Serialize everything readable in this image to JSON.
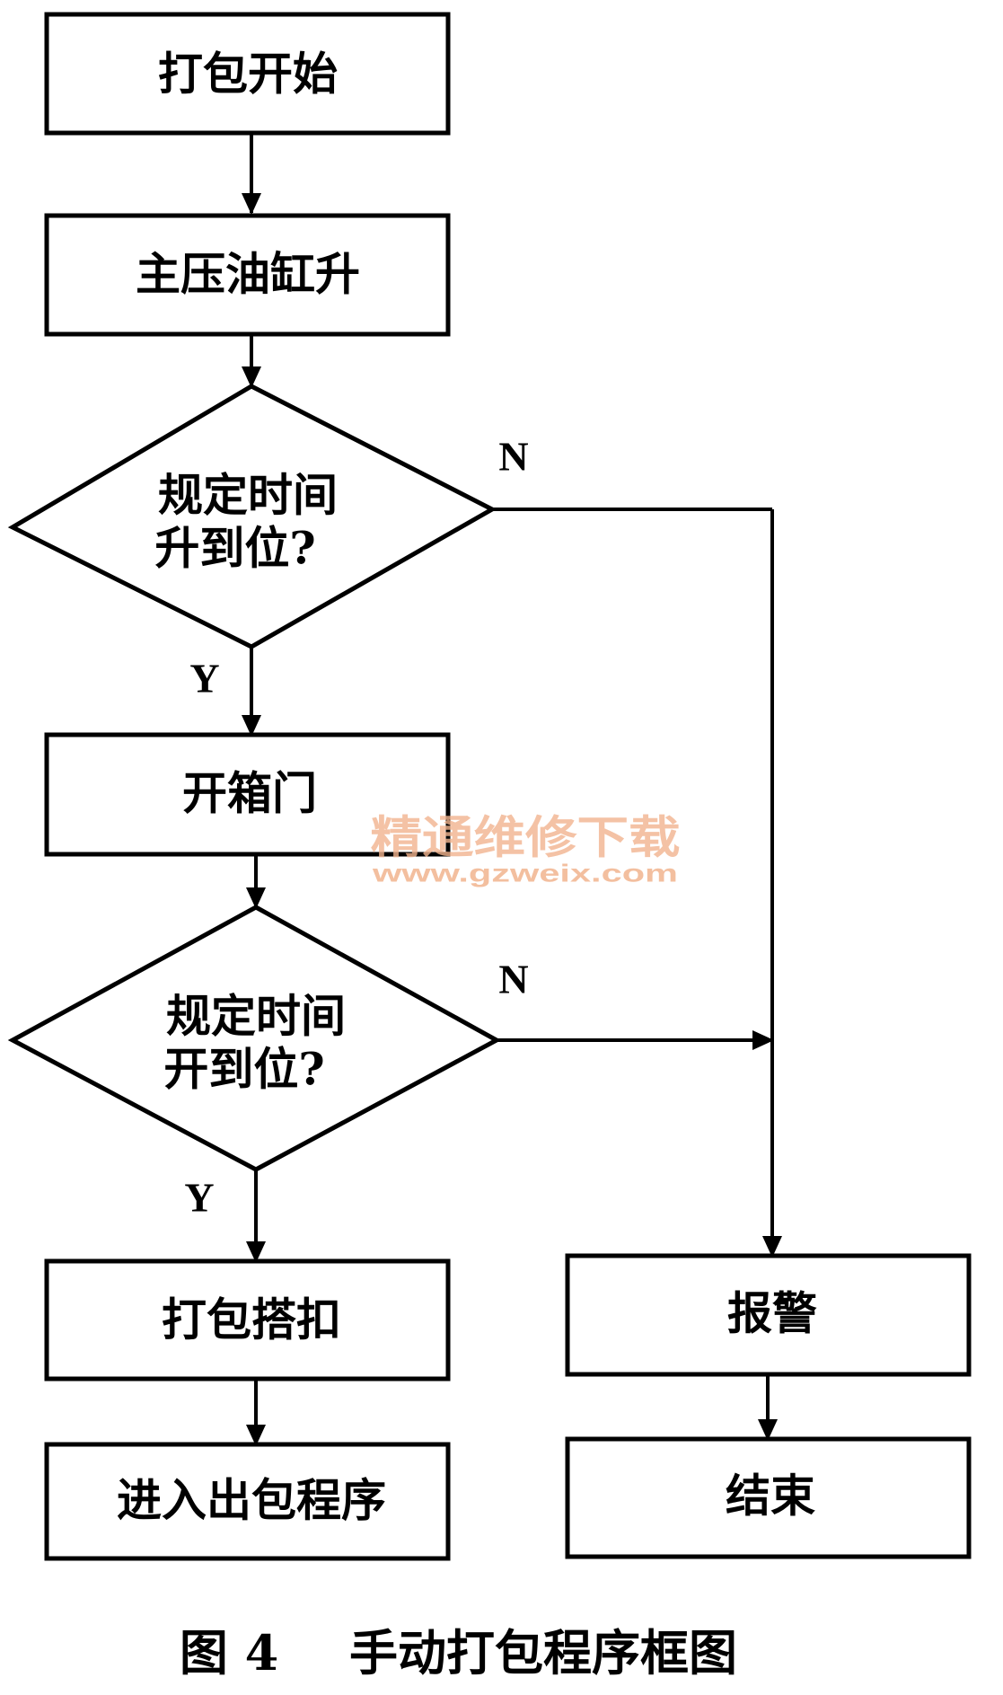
{
  "nodes": {
    "start": "打包开始",
    "cylinder_up": "主压油缸升",
    "decision1_line1": "规定时间",
    "decision1_line2": "升到位?",
    "open_door": "开箱门",
    "decision2_line1": "规定时间",
    "decision2_line2": "开到位?",
    "strap": "打包搭扣",
    "exit_program": "进入出包程序",
    "alarm": "报警",
    "end": "结束"
  },
  "branches": {
    "decision1_no": "N",
    "decision1_yes": "Y",
    "decision2_no": "N",
    "decision2_yes": "Y"
  },
  "watermark": {
    "text": "精通维修下载",
    "url": "www.gzweix.com"
  },
  "caption": {
    "label": "图 4",
    "title": "手动打包程序框图"
  }
}
